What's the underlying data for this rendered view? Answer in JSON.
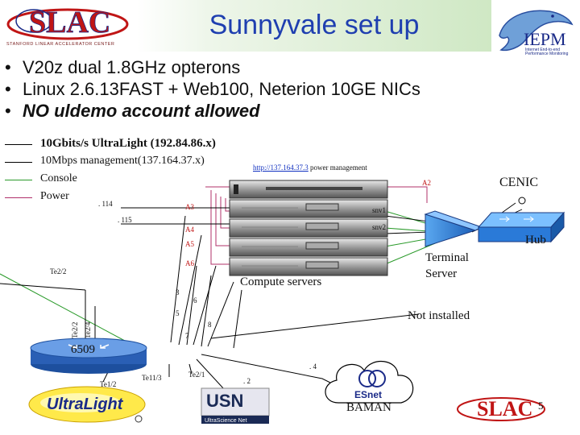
{
  "header": {
    "title": "Sunnyvale set up",
    "slac_logo_text": "SLAC",
    "slac_tagline": "STANFORD LINEAR ACCELERATOR CENTER",
    "iepm_text": "IEPM",
    "iepm_sub": "Internet End-to-end Performance Monitoring"
  },
  "bullets": [
    {
      "text": "V20z dual 1.8GHz opterons",
      "emphasis": false
    },
    {
      "text": "Linux 2.6.13FAST + Web100, Neterion 10GE NICs",
      "emphasis": false
    },
    {
      "text": "NO uldemo account allowed",
      "emphasis": true
    }
  ],
  "legend": [
    {
      "label": "10Gbits/s UltraLight (192.84.86.x)",
      "color": "#000000"
    },
    {
      "label": "10Mbps management(137.164.37.x)",
      "color": "#000000"
    },
    {
      "label": "Console",
      "color": "#2a9a2a"
    },
    {
      "label": "Power",
      "color": "#b0306a"
    }
  ],
  "diagram": {
    "power_link": "http://137.164.37.3",
    "power_link_suffix": " power management",
    "cenic": "CENIC",
    "hub": "Hub",
    "terminal_server": "Terminal\nServer",
    "compute_servers": "Compute servers",
    "not_installed": "Not installed",
    "router": "6509",
    "baman": "BAMAN",
    "page_number": "5",
    "ip_114": ". 114",
    "ip_115": ". 115",
    "ip_4": ". 4",
    "ip_2": ". 2",
    "snv1": "snv1",
    "snv2": "snv2",
    "a2": "A2",
    "a3": "A3",
    "a4": "A4",
    "a5": "A5",
    "a6": "A6",
    "p3": "3",
    "p5": "5",
    "p6": "6",
    "p7": "7",
    "p8": "8",
    "te22": "Te2/2",
    "te22b": "Te2/2",
    "te24": "Te2/4",
    "te12": "Te1/2",
    "te113": "Te11/3",
    "te21": "Te2/1",
    "ultralight_logo": "UltraLight",
    "usn_logo": "UltraScience Net",
    "esnet_logo": "ESnet",
    "slac_bottom": "SLAC"
  },
  "colors": {
    "title_blue": "#1f3fb0",
    "slac_red": "#c01515",
    "console_green": "#2a9a2a",
    "power_magenta": "#b0306a",
    "router_blue": "#2a5fb5"
  }
}
